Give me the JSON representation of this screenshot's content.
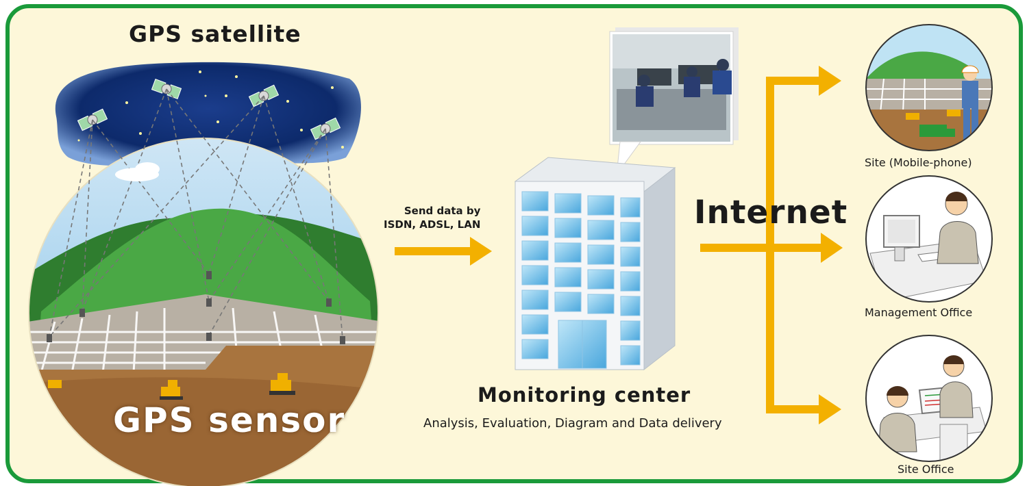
{
  "diagram": {
    "satellite_title": "GPS satellite",
    "sensor_title": "GPS sensor",
    "send_data_line1": "Send data by",
    "send_data_line2": "ISDN, ADSL, LAN",
    "internet_label": "Internet",
    "monitoring_title": "Monitoring center",
    "monitoring_subtitle": "Analysis, Evaluation, Diagram and Data delivery",
    "destinations": [
      {
        "caption": "Site (Mobile-phone)",
        "icon": "site-mobile-icon"
      },
      {
        "caption": "Management Office",
        "icon": "management-office-icon"
      },
      {
        "caption": "Site Office",
        "icon": "site-office-icon"
      }
    ],
    "colors": {
      "border": "#1a9a3a",
      "background": "#fdf7d9",
      "arrow": "#f3b000",
      "sky": "#0d2a6b",
      "hill": "#3e9a3a",
      "ground": "#a8743e"
    }
  }
}
